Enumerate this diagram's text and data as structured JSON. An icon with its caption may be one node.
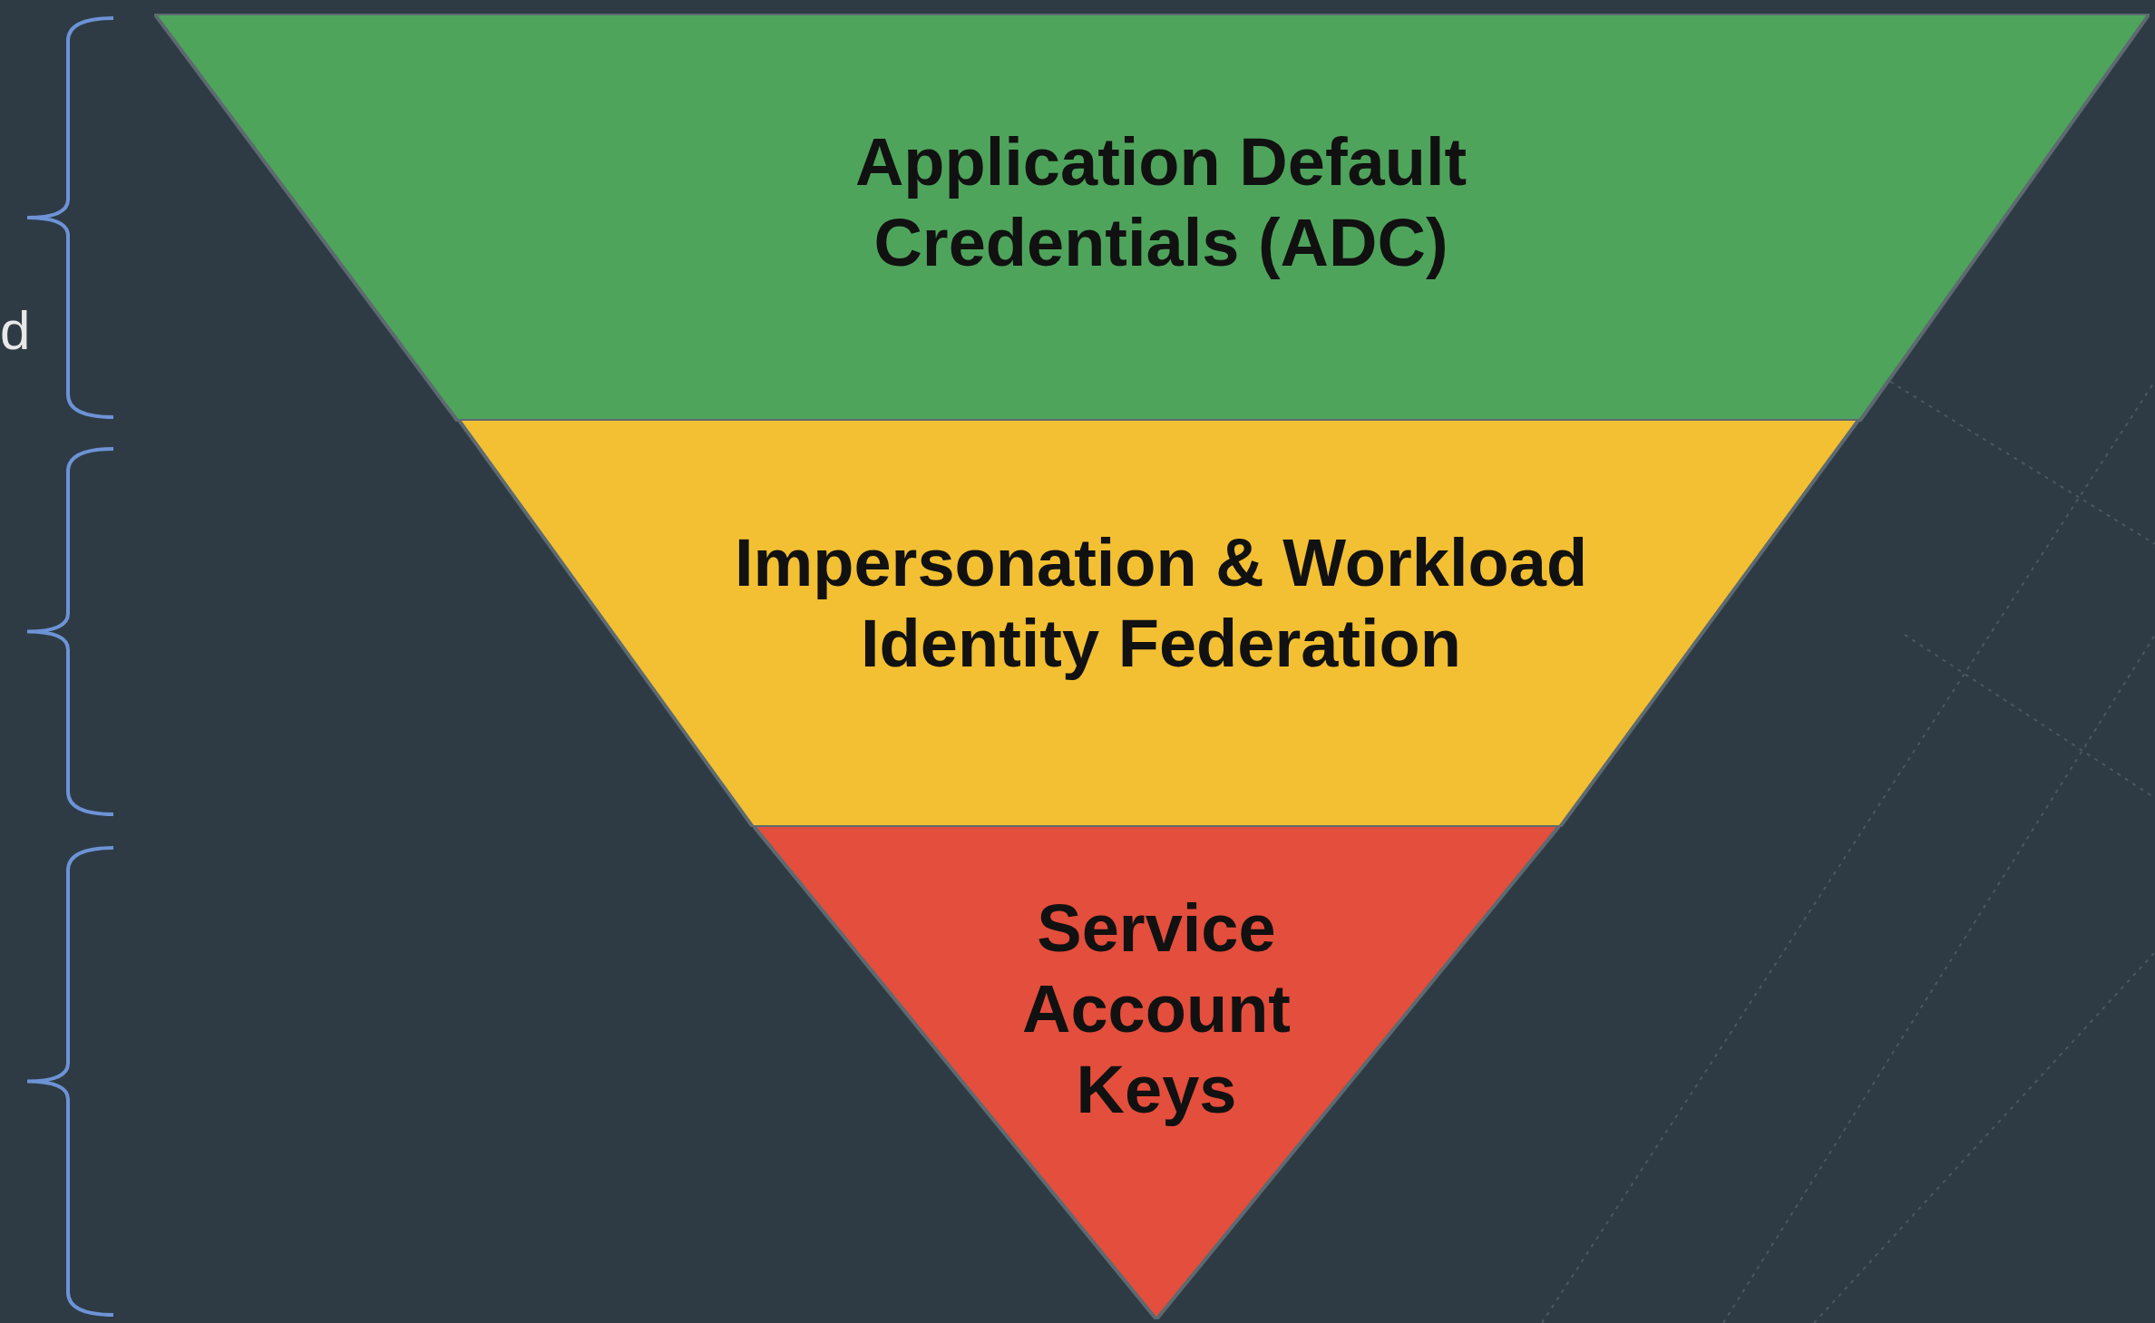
{
  "diagram": {
    "nodes": [
      {
        "text": [
          "Application Default Credentials (ADC)"
        ]
      },
      {
        "text": [
          "Impersonation & Workload Identity Federation"
        ]
      },
      {
        "text": [
          "Service Account Keys"
        ]
      }
    ],
    "labels": [
      "d"
    ]
  }
}
